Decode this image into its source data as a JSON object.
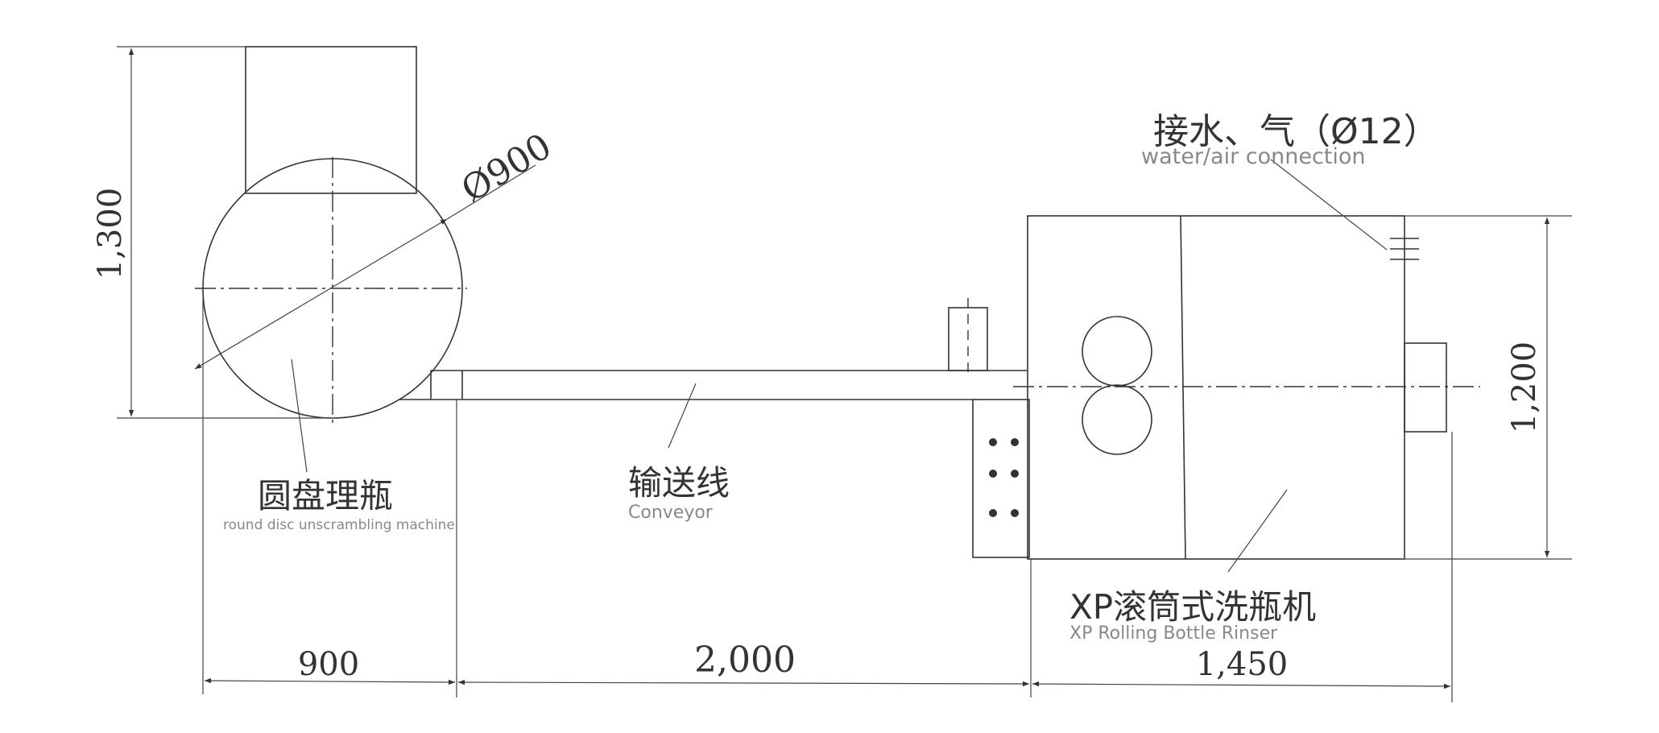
{
  "labels": {
    "disc_cn": "圆盘理瓶",
    "disc_en": "round disc unscrambling machine",
    "conveyor_cn": "输送线",
    "conveyor_en": "Conveyor",
    "rinser_cn": "XP滚筒式洗瓶机",
    "rinser_en": "XP Rolling Bottle Rinser",
    "connection_cn": "接水、气（Ø12）",
    "connection_en": "water/air connection"
  },
  "dimensions": {
    "disc_diameter": "Ø900",
    "disc_height": "1,300",
    "disc_width": "900",
    "conveyor_length": "2,000",
    "rinser_width": "1,450",
    "rinser_height": "1,200"
  }
}
